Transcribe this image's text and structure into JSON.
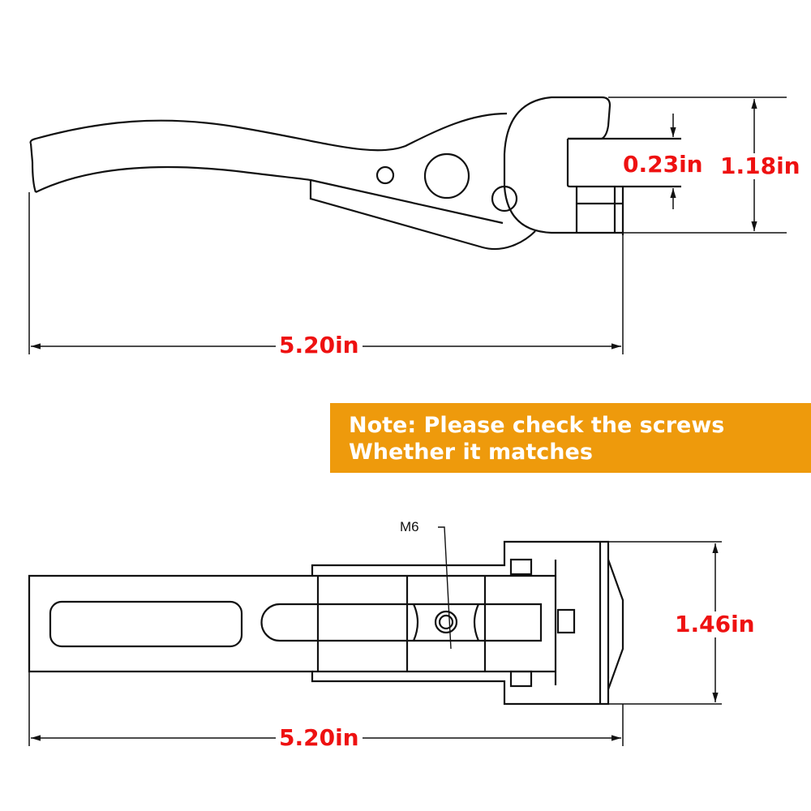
{
  "dimensions": {
    "top_length": "5.20in",
    "slot_height": "0.23in",
    "head_height": "1.18in",
    "bottom_length": "5.20in",
    "bottom_height": "1.46in"
  },
  "labels": {
    "screw": "M6"
  },
  "note": {
    "line1": "Note: Please check the screws",
    "line2": "Whether it matches",
    "color": "#ee9a0c"
  }
}
